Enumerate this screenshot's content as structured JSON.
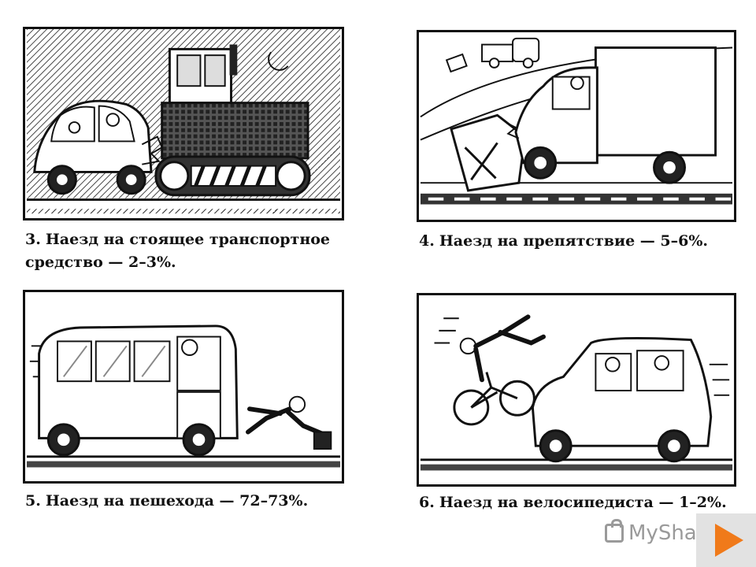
{
  "panels": [
    {
      "id": 3,
      "number": "3.",
      "text": "Наезд на стоящее транспортное средство — 2–3%."
    },
    {
      "id": 4,
      "number": "4.",
      "text": "Наезд на препятствие — 5–6%."
    },
    {
      "id": 5,
      "number": "5.",
      "text": "Наезд на пешехода — 72–73%."
    },
    {
      "id": 6,
      "number": "6.",
      "text": "Наезд на велосипедиста — 1–2%."
    }
  ],
  "watermark": {
    "text": "MyShared",
    "icon": "shopping-bag-icon"
  },
  "navigation": {
    "next_icon": "play-arrow-icon",
    "accent": "#f07a1a"
  }
}
